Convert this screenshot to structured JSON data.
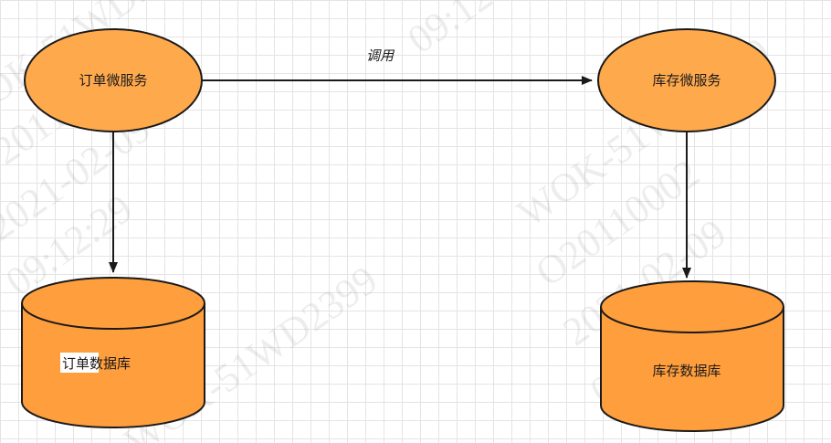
{
  "diagram": {
    "nodes": {
      "order_service": {
        "label": "订单微服务",
        "shape": "ellipse"
      },
      "inventory_service": {
        "label": "库存微服务",
        "shape": "ellipse"
      },
      "order_db": {
        "label_highlighted": "订单",
        "label_rest": "数据库",
        "shape": "cylinder"
      },
      "inventory_db": {
        "label": "库存数据库",
        "shape": "cylinder"
      }
    },
    "edges": {
      "call": {
        "label": "调用",
        "from": "order_service",
        "to": "inventory_service"
      },
      "order_to_db": {
        "from": "order_service",
        "to": "order_db"
      },
      "inventory_to_db": {
        "from": "inventory_service",
        "to": "inventory_db"
      }
    }
  },
  "watermark": {
    "lines": [
      "WOK-51WD2399",
      "O20110002",
      "2021-02-09",
      "09:12:29"
    ]
  },
  "colors": {
    "node_fill": "#ffa94d",
    "db_fill": "#ff9e3d",
    "stroke": "#1a1a1a",
    "edge": "#1a1a1a",
    "grid": "#e4e4e4",
    "background": "#ffffff"
  }
}
